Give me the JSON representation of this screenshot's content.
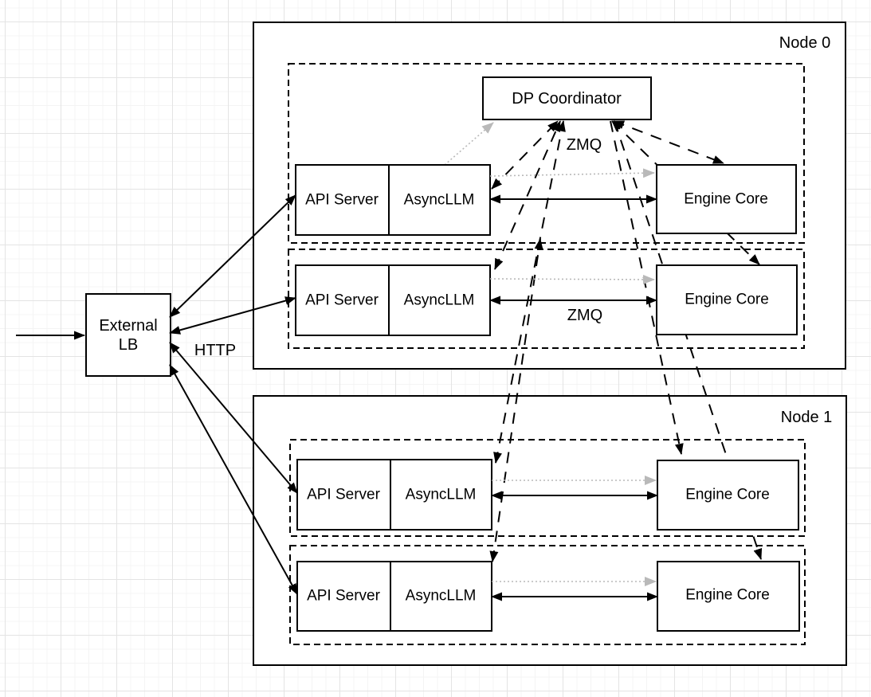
{
  "diagram": {
    "labels": {
      "node0": "Node 0",
      "node1": "Node 1",
      "dp_coordinator": "DP Coordinator",
      "api_server": "API Server",
      "asyncllm": "AsyncLLM",
      "engine_core": "Engine Core",
      "external_lb_line1": "External",
      "external_lb_line2": "LB",
      "http": "HTTP",
      "zmq_top": "ZMQ",
      "zmq_row": "ZMQ"
    },
    "colors": {
      "stroke": "#000000",
      "gray_link": "#b9b9b9",
      "box_fill": "#ffffff",
      "background": "#ffffff"
    },
    "structure": {
      "external_lb": "External LB",
      "nodes": [
        {
          "name": "Node 0",
          "coordinator": "DP Coordinator",
          "replicas": [
            {
              "api_server": "API Server",
              "asyncllm": "AsyncLLM",
              "engine_core": "Engine Core"
            },
            {
              "api_server": "API Server",
              "asyncllm": "AsyncLLM",
              "engine_core": "Engine Core"
            }
          ]
        },
        {
          "name": "Node 1",
          "coordinator": null,
          "replicas": [
            {
              "api_server": "API Server",
              "asyncllm": "AsyncLLM",
              "engine_core": "Engine Core"
            },
            {
              "api_server": "API Server",
              "asyncllm": "AsyncLLM",
              "engine_core": "Engine Core"
            }
          ]
        }
      ],
      "edges": [
        {
          "from": "client",
          "to": "External LB",
          "style": "solid-arrow"
        },
        {
          "from": "External LB",
          "to": "each API Server",
          "style": "solid-bidirectional",
          "label": "HTTP"
        },
        {
          "from": "AsyncLLM",
          "to": "Engine Core (same replica)",
          "style": "solid-bidirectional",
          "label": "ZMQ"
        },
        {
          "from": "AsyncLLM",
          "to": "Engine Core (same replica)",
          "style": "gray-dotted-arrow"
        },
        {
          "from": "AsyncLLM",
          "to": "DP Coordinator",
          "style": "dashed-bidirectional",
          "label": "ZMQ"
        },
        {
          "from": "AsyncLLM (node0 replica0)",
          "to": "DP Coordinator",
          "style": "gray-dotted-arrow"
        },
        {
          "from": "DP Coordinator",
          "to": "each Engine Core",
          "style": "dashed-arrow"
        }
      ]
    }
  }
}
